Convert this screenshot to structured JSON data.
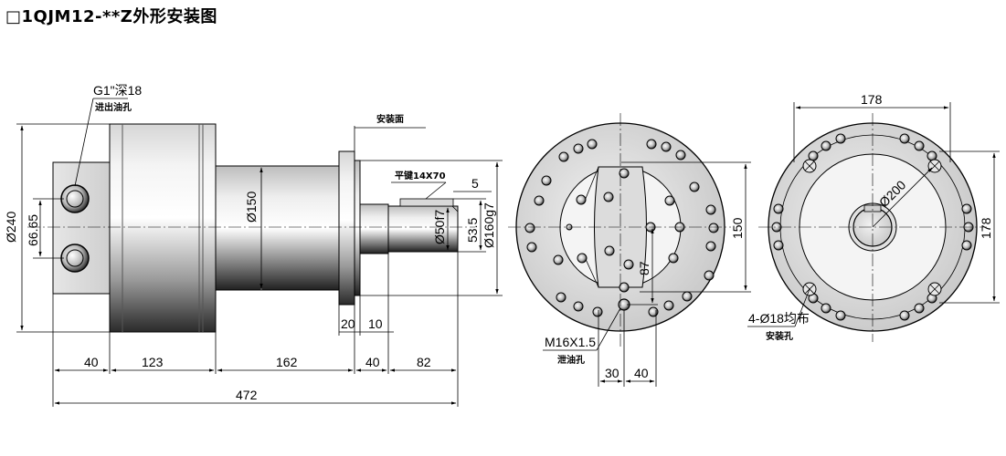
{
  "title": "□1QJM12-**Z外形安装图",
  "side_view": {
    "port_thread": "G1\"深18",
    "port_label": "进出油孔",
    "mount_face_label": "安装面",
    "key_label": "平键14X70",
    "dims": {
      "overall_dia": "Ø240",
      "port_spacing": "66.65",
      "body_dia": "Ø150",
      "shaft_dia": "Ø50f7",
      "spigot_dia": "Ø160g7",
      "key_height": "53.5",
      "key_width": "5",
      "flange_thk": "20",
      "spigot_len": "10",
      "len_a": "40",
      "len_b": "123",
      "len_c": "162",
      "len_d": "40",
      "len_e": "82",
      "overall_len": "472"
    }
  },
  "rear_view": {
    "drain_thread": "M16X1.5",
    "drain_label": "泄油孔",
    "dims": {
      "height": "150",
      "offset_v": "87",
      "offset_h1": "30",
      "offset_h2": "40"
    }
  },
  "front_view": {
    "pcd_label": "Ø200",
    "holes_label": "4-Ø18均布",
    "holes_sub": "安装孔",
    "dims": {
      "width": "178",
      "height": "178"
    }
  }
}
